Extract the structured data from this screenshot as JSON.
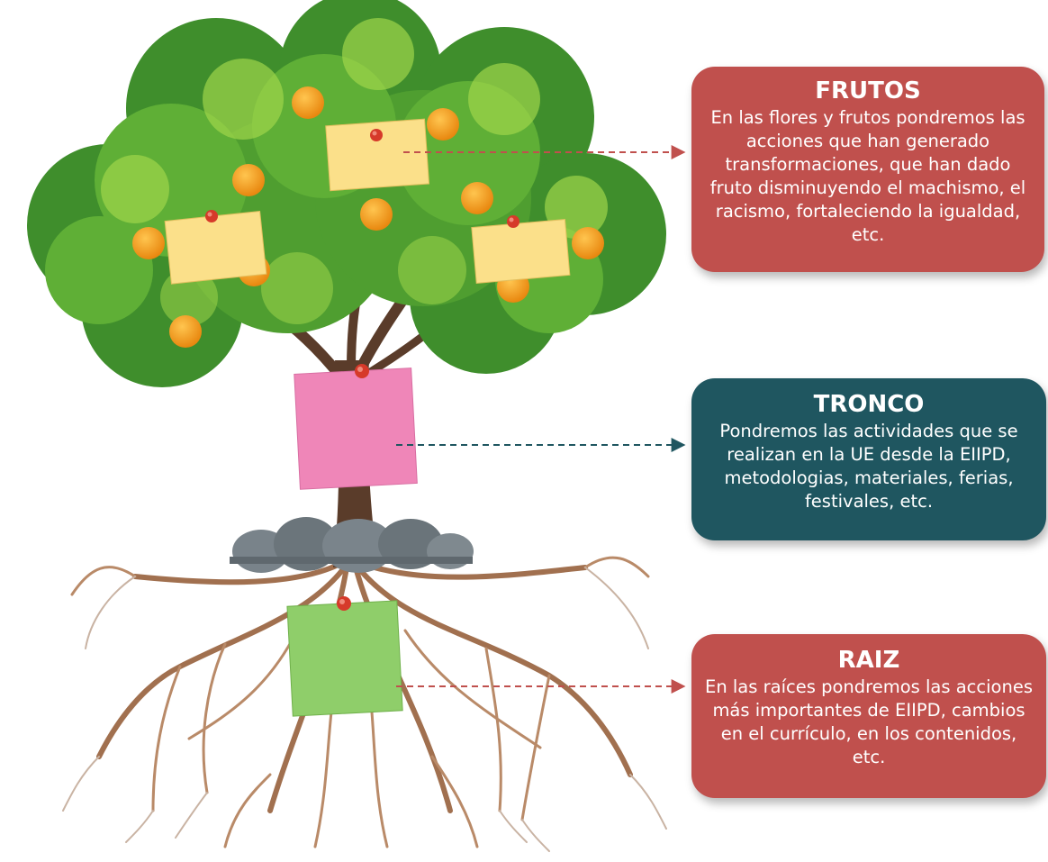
{
  "sections": [
    {
      "id": "frutos",
      "title": "FRUTOS",
      "body": "En las flores y frutos pondremos las acciones que han generado transformaciones, que han dado fruto disminuyendo el machismo, el racismo, fortaleciendo la igualdad, etc.",
      "color": "#c0504d"
    },
    {
      "id": "tronco",
      "title": "TRONCO",
      "body": "Pondremos las actividades que se realizan en la UE desde la EIIPD, metodologias, materiales, ferias, festivales, etc.",
      "color": "#1f5660"
    },
    {
      "id": "raiz",
      "title": "RAIZ",
      "body": "En las raíces pondremos las acciones más importantes de EIIPD, cambios en el currículo, en los contenidos, etc.",
      "color": "#c0504d"
    }
  ],
  "colors": {
    "leaf_dark": "#3f8e2c",
    "leaf_mid": "#5faf36",
    "leaf_light": "#9fd64a",
    "trunk": "#5a3c2a",
    "root": "#a1704f",
    "orange": "#f29b1d",
    "note_yellow": "#fbe08a",
    "note_pink": "#ef86b8",
    "note_green": "#8fce6a",
    "pin": "#d63a2a",
    "arrow_red": "#c0504d",
    "arrow_teal": "#1f5660",
    "stone": "#6f7a80"
  },
  "illustration": "orange-tree-with-roots",
  "icons": [
    "pushpin-icon"
  ]
}
